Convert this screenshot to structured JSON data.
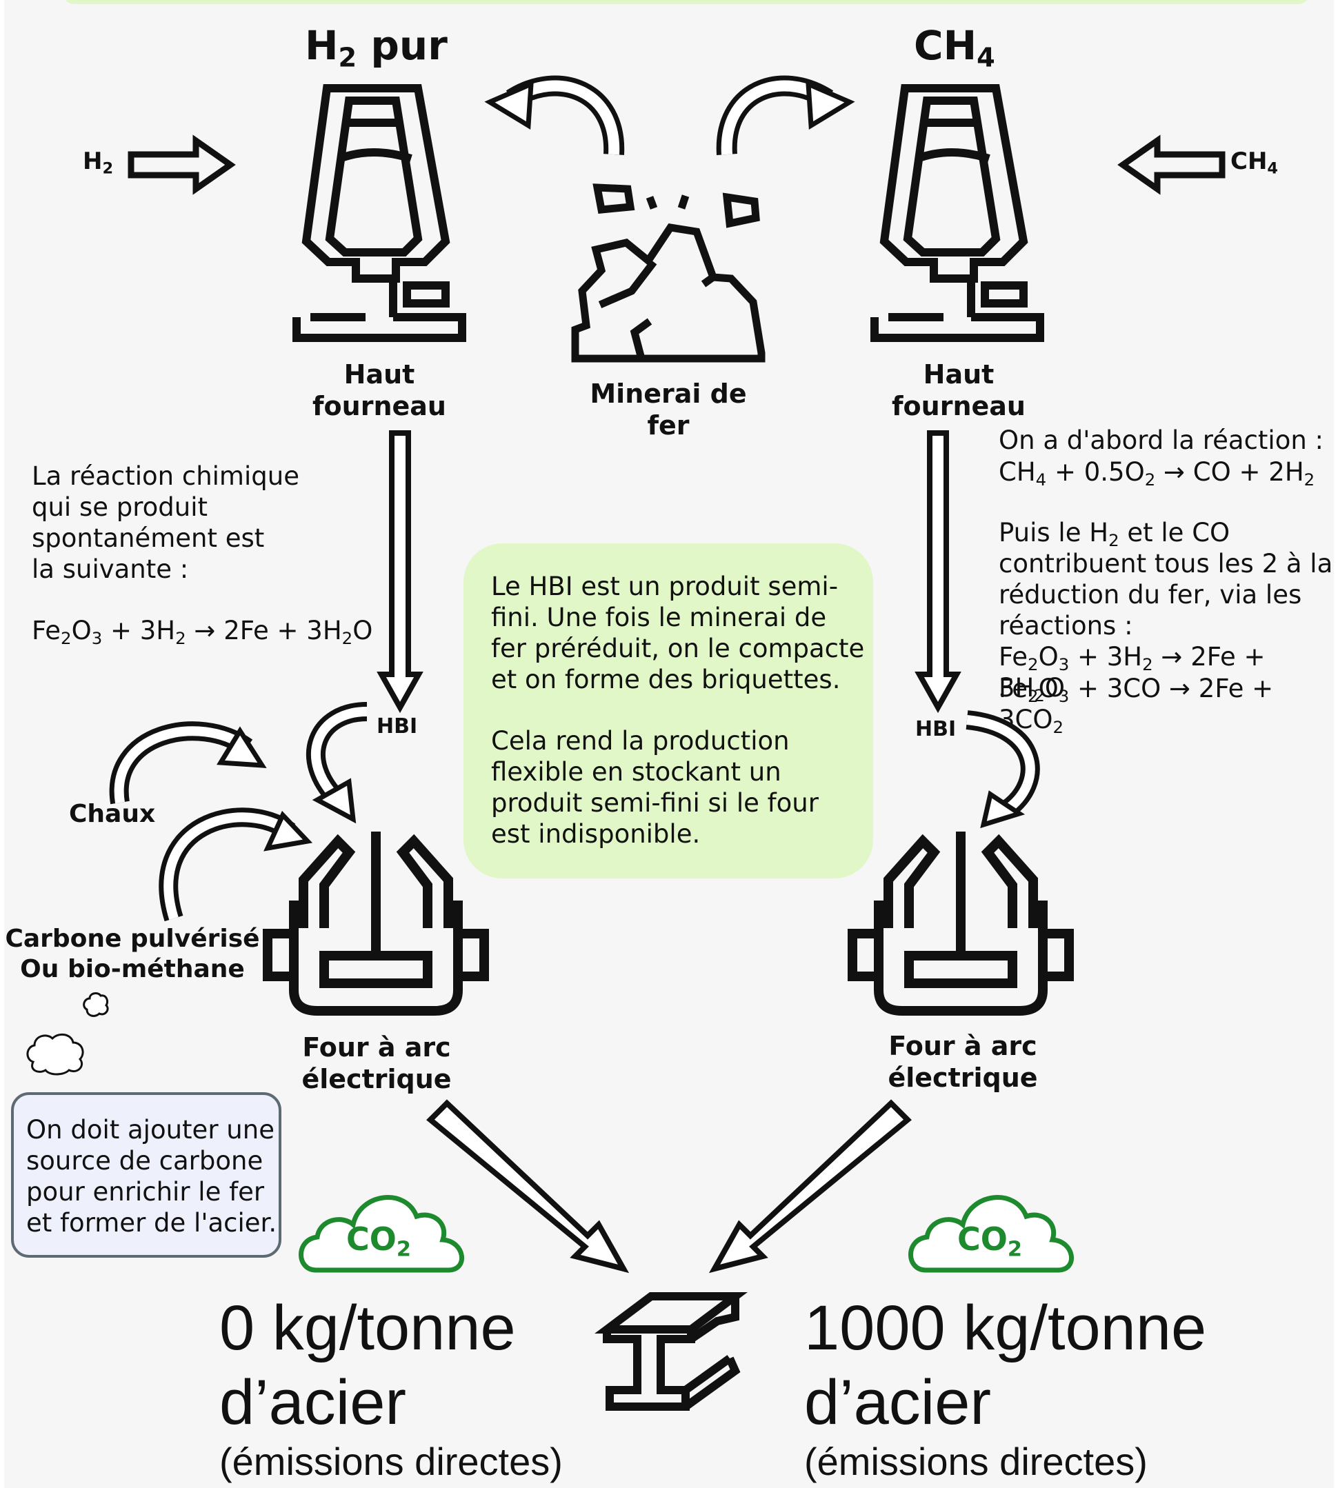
{
  "left_route": {
    "title_main": "H",
    "title_sub": "2",
    "title_rest": " pur",
    "input_main": "H",
    "input_sub": "2",
    "furnace_label": [
      "Haut",
      "fourneau"
    ],
    "hbi_label": "HBI",
    "reaction_note": [
      "La réaction chimique",
      "qui se produit",
      "spontanément est",
      "la suivante :"
    ],
    "reaction_equation": "Fe2O3 + 3H2 → 2Fe + 3H2O",
    "additive_lime": "Chaux",
    "additive_carbon": [
      "Carbone pulvérisé",
      "Ou bio-méthane"
    ],
    "eaf_label": [
      "Four à arc",
      "électrique"
    ],
    "carbon_note": [
      "On doit ajouter une",
      "source de carbone",
      "pour enrichir le fer",
      "et former de l'acier."
    ],
    "co2_label": "CO2",
    "emissions_value": "0 kg/tonne",
    "emissions_unit": "d’acier",
    "emissions_note": "(émissions directes)"
  },
  "right_route": {
    "title_main": "CH",
    "title_sub": "4",
    "input_main": "CH",
    "input_sub": "4",
    "furnace_label": [
      "Haut",
      "fourneau"
    ],
    "hbi_label": "HBI",
    "reaction_intro": "On a d'abord la réaction :",
    "reaction_1": "CH4 + 0.5O2 → CO + 2H2",
    "note_lines": [
      "Puis le H2 et le CO",
      "contribuent tous les 2 à la",
      "réduction du fer, via les",
      "réactions :"
    ],
    "reaction_2": "Fe2O3 + 3H2 → 2Fe + 3H2O",
    "reaction_3": "Fe2O3 + 3CO → 2Fe + 3CO2",
    "eaf_label": [
      "Four à arc",
      "électrique"
    ],
    "co2_label": "CO2",
    "emissions_value": "1000 kg/tonne",
    "emissions_unit": "d’acier",
    "emissions_note": "(émissions directes)"
  },
  "center": {
    "ore_label": [
      "Minerai de",
      "fer"
    ],
    "hbi_note_p1": [
      "Le HBI est un produit semi-",
      "fini. Une fois le minerai de",
      "fer préréduit, on le compacte",
      "et on forme des briquettes."
    ],
    "hbi_note_p2": [
      "Cela rend la production",
      "flexible en stockant un",
      "produit semi-fini si le four",
      "est indisponible."
    ]
  },
  "colors": {
    "green_note": "#e2f7c7",
    "blue_note": "#eef0fb",
    "co2_green": "#1e8a2e",
    "ink": "#111111"
  },
  "icons": [
    "blast-furnace-icon",
    "iron-ore-icon",
    "electric-arc-furnace-icon",
    "co2-cloud-icon",
    "steel-beam-icon",
    "smoke-cloud-icon"
  ]
}
